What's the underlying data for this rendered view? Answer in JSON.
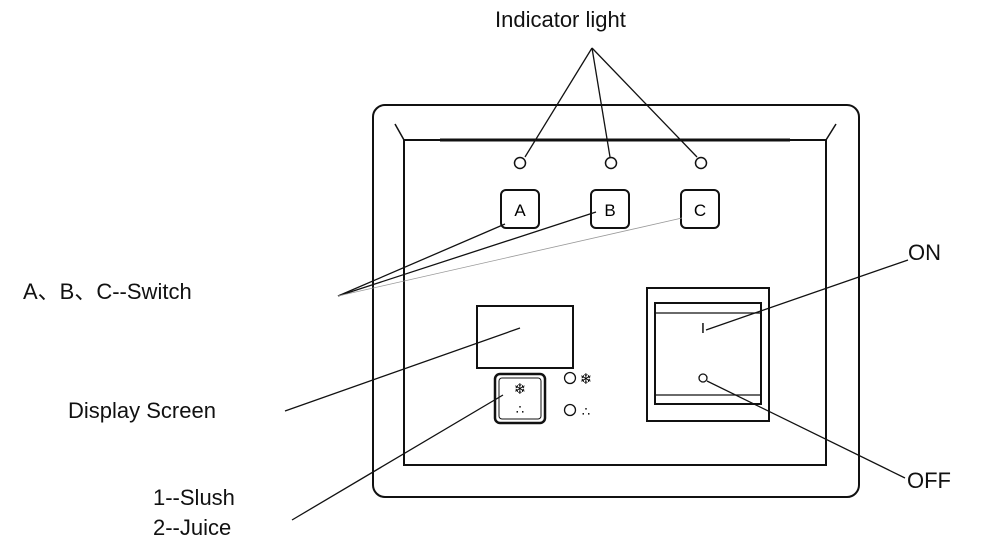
{
  "callouts": {
    "indicator_light": "Indicator light",
    "switch": "A、B、C--Switch",
    "on": "ON",
    "off": "OFF",
    "display_screen": "Display Screen",
    "mode_1": "1--Slush",
    "mode_2": "2--Juice"
  },
  "switch_keys": [
    "A",
    "B",
    "C"
  ],
  "power_switch": {
    "on_mark": "I"
  },
  "mode_selector": {
    "slush_symbol": "❄",
    "juice_symbol": "∴"
  },
  "colors": {
    "line": "#111111",
    "background": "#ffffff"
  }
}
